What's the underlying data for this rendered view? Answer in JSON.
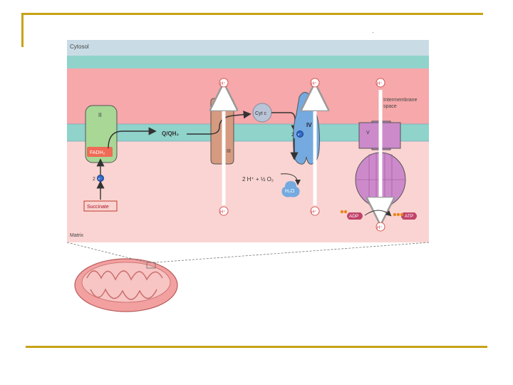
{
  "colors": {
    "frame": "#C9A215",
    "cytosol": "#C9DCE6",
    "membrane": "#8FD3CB",
    "intermembrane": "#F6A8AA",
    "matrix": "#FAD4D2",
    "complex_ii": "#A8D796",
    "complex_iii": "#D59A80",
    "complex_iv": "#74AADF",
    "complex_v": "#CC8ACB",
    "fad": "#F06A55",
    "electron": "#2F67C9"
  },
  "diagram": {
    "top_mark": "·",
    "compartments": {
      "cytosol": "Cytosol",
      "intermembrane": "Intermembrane space",
      "matrix": "Matrix"
    },
    "complexes": {
      "ii": "II",
      "iii": "III",
      "iv": "IV",
      "v": "V"
    },
    "molecules": {
      "fadh2": "FADH₂",
      "succinate": "Succinate",
      "q": "Q/QH₂",
      "cytc": "Cyt c",
      "water": "H₂O",
      "adp": "ADP",
      "atp": "ATP",
      "oxygen_eq": "2 H⁺ + ½ O₂"
    },
    "electron_count_ii": "2",
    "electron_count_iv": "2",
    "electron_symbol": "e⁻",
    "proton": "H⁺"
  }
}
